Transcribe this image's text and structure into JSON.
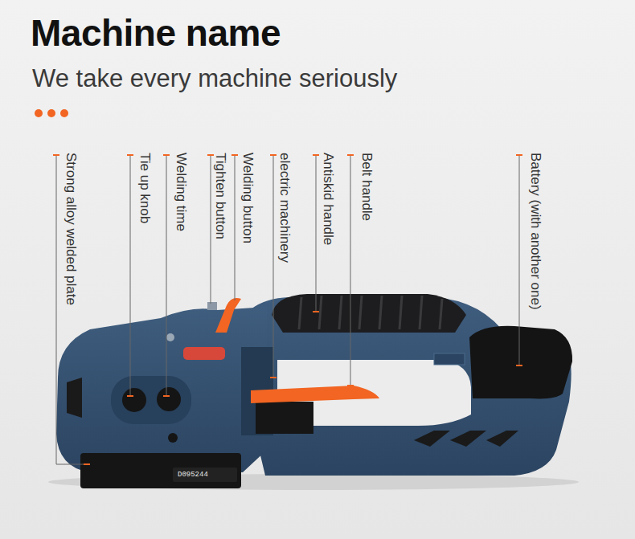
{
  "diagram": {
    "title": "Machine name",
    "labels": [
      "We take every machine seriously",
      "Strong alloy welded plate",
      "Tie up knob",
      "Welding time",
      "Tighten button",
      "Welding button",
      "electric machinery",
      "Antiskid handle",
      "Belt handle",
      "Battery (with another one)",
      "D095244"
    ]
  }
}
